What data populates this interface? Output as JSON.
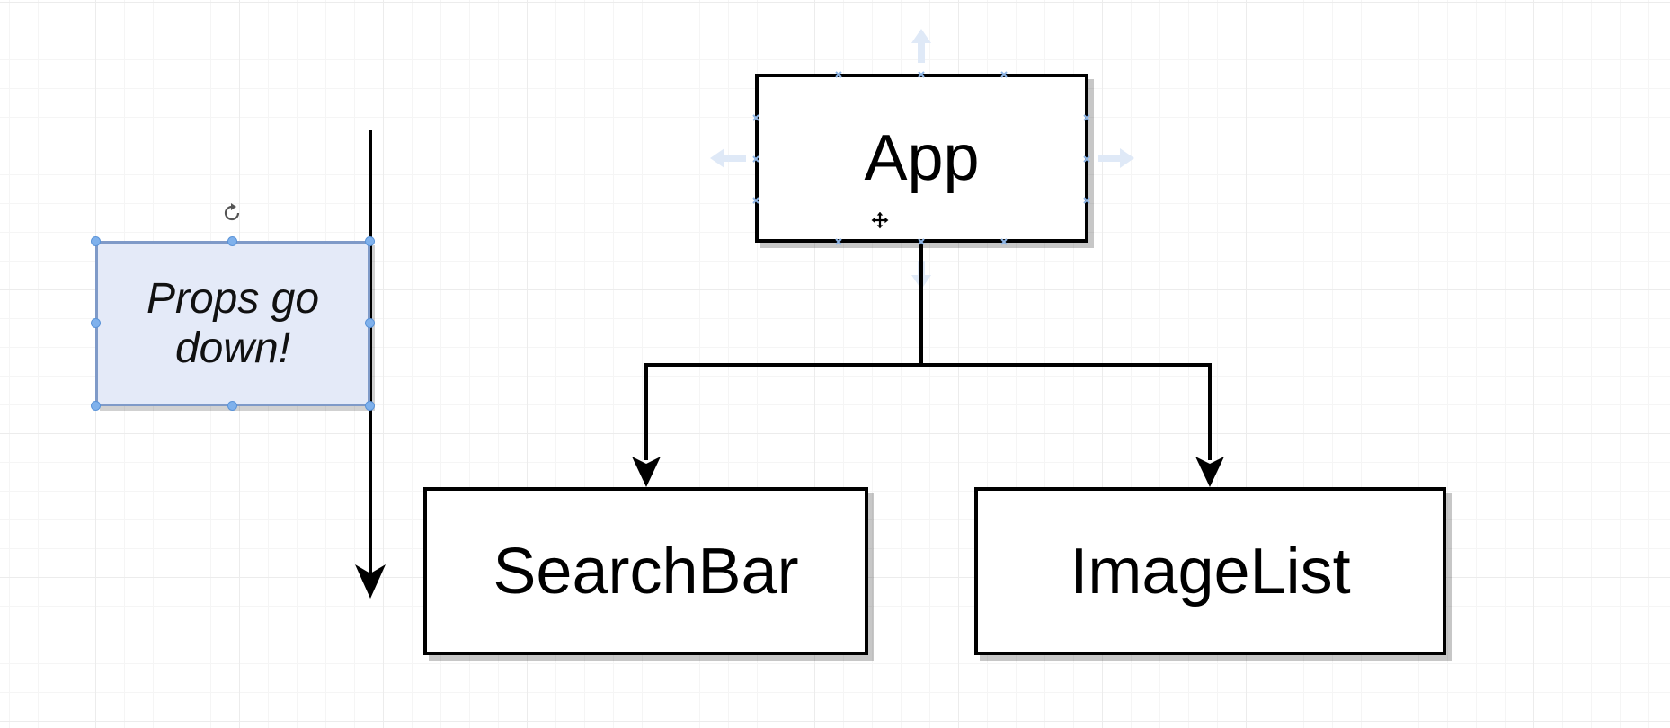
{
  "diagram": {
    "root": {
      "label": "App"
    },
    "children": [
      {
        "label": "SearchBar"
      },
      {
        "label": "ImageList"
      }
    ],
    "note": {
      "text": "Props go down!"
    }
  },
  "icons": {
    "rotate": "rotate-icon",
    "move": "move-cursor-icon",
    "arrow_hints": "connection-arrow-hint-icon"
  },
  "colors": {
    "line": "#000000",
    "node_fill": "#ffffff",
    "note_fill": "#e4eaf8",
    "note_border": "#7f9ac8",
    "selection_handle": "#7fb1ec",
    "hint_arrow": "#dfe9f7",
    "grid": "#ececec"
  }
}
